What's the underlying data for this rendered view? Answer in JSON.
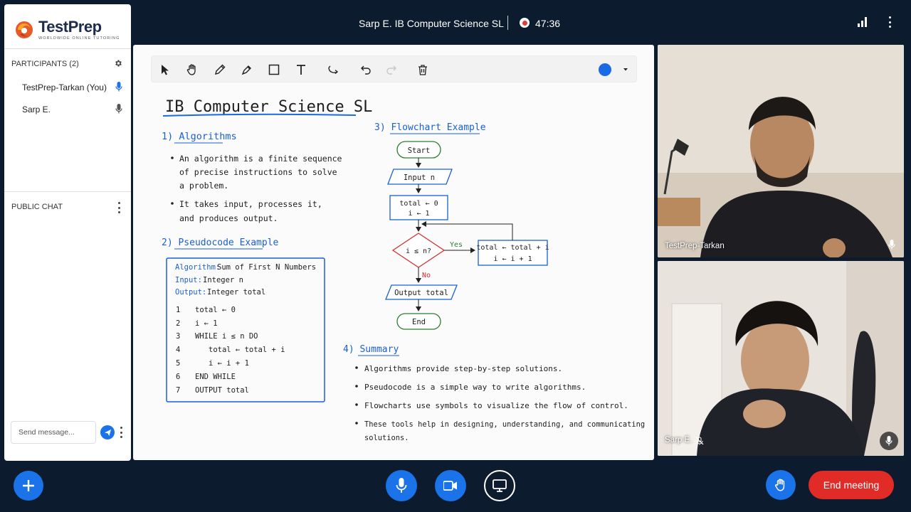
{
  "app": {
    "logo_name": "TestPrep",
    "logo_tagline": "WORLDWIDE ONLINE TUTORING"
  },
  "meeting": {
    "title": "Sarp E. IB Computer Science SL",
    "timer": "47:36"
  },
  "participants": {
    "header": "PARTICIPANTS (2)",
    "items": [
      {
        "name": "TestPrep-Tarkan (You)",
        "mic": "active"
      },
      {
        "name": "Sarp E.",
        "mic": "on"
      }
    ]
  },
  "chat": {
    "header": "PUBLIC CHAT",
    "placeholder": "Send message..."
  },
  "whiteboard": {
    "title": "IB Computer Science SL",
    "pen_color": "#1a6ae6",
    "tools": [
      "pointer-icon",
      "hand-icon",
      "pencil-icon",
      "marker-icon",
      "rectangle-icon",
      "text-icon",
      "connector-icon",
      "undo-icon",
      "redo-icon",
      "delete-icon"
    ],
    "algorithms": {
      "heading": "1) Algorithms",
      "b1_l1": "An algorithm is a finite sequence",
      "b1_l2": "of precise instructions to solve",
      "b1_l3": "a problem.",
      "b2_l1": "It takes input, processes it,",
      "b2_l2": "and produces output."
    },
    "pseudocode": {
      "heading": "2) Pseudocode Example",
      "meta": [
        {
          "key": "Algorithm:",
          "val": "Sum of First N Numbers"
        },
        {
          "key": "Input:",
          "val": "Integer n"
        },
        {
          "key": "Output:",
          "val": "Integer total"
        }
      ],
      "lines": [
        {
          "num": "1",
          "code": "total ← 0"
        },
        {
          "num": "2",
          "code": "i ← 1"
        },
        {
          "num": "3",
          "code": "WHILE i ≤ n DO"
        },
        {
          "num": "4",
          "code": "total ← total + i"
        },
        {
          "num": "5",
          "code": "i ← i + 1"
        },
        {
          "num": "6",
          "code": "END WHILE"
        },
        {
          "num": "7",
          "code": "OUTPUT total"
        }
      ]
    },
    "flowchart": {
      "heading": "3) Flowchart Example",
      "start": "Start",
      "input": "Input n",
      "init_1": "total ← 0",
      "init_2": "i ← 1",
      "condition": "i ≤ n?",
      "yes": "Yes",
      "no": "No",
      "body_1": "total ← total + i",
      "body_2": "i ← i + 1",
      "output": "Output total",
      "end": "End"
    },
    "summary": {
      "heading": "4) Summary",
      "b1": "Algorithms provide step-by-step solutions.",
      "b2": "Pseudocode is a simple way to write algorithms.",
      "b3": "Flowcharts use symbols to visualize the flow of control.",
      "b4_l1": "These tools help in designing, understanding, and communicating",
      "b4_l2": "solutions."
    }
  },
  "videos": [
    {
      "name": "TestPrep-Tarkan",
      "mic": "on"
    },
    {
      "name": "Sarp E.",
      "mic": "on"
    }
  ],
  "controls": {
    "end_label": "End meeting"
  },
  "colors": {
    "accent": "#1a73e8",
    "end": "#e02b27",
    "background": "#0d1b2e",
    "decision": "#d32f2f",
    "terminal": "#2e7d32"
  }
}
